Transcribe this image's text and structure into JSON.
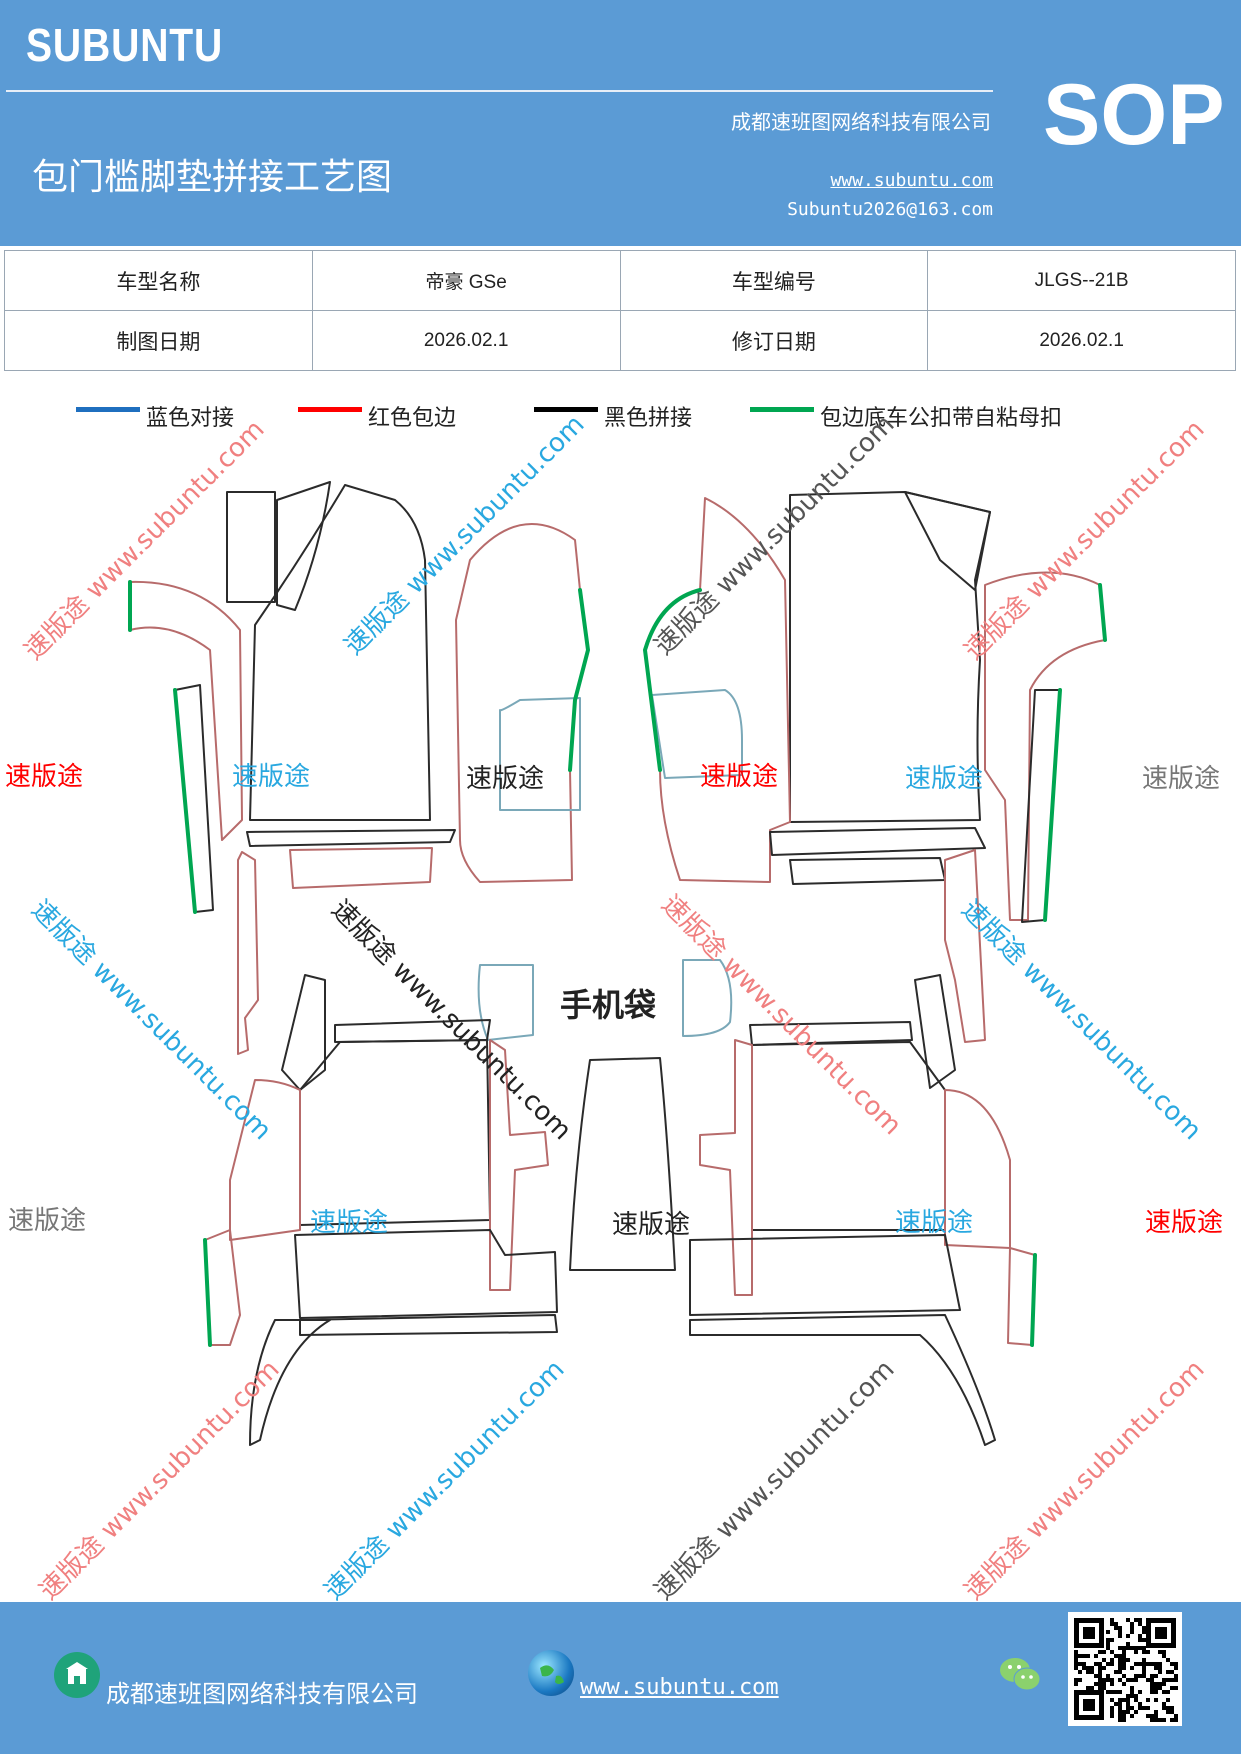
{
  "header": {
    "brand": "SUBUNTU",
    "company": "成都速班图网络科技有限公司",
    "title": "包门槛脚垫拼接工艺图",
    "url": "www.subuntu.com",
    "email": "Subuntu2026@163.com",
    "sop": "SOP"
  },
  "info": {
    "model_name_label": "车型名称",
    "model_name": "帝豪 GSe",
    "model_code_label": "车型编号",
    "model_code": "JLGS--21B",
    "draw_date_label": "制图日期",
    "draw_date": "2026.02.1",
    "revise_date_label": "修订日期",
    "revise_date": "2026.02.1"
  },
  "legend": [
    {
      "label": "蓝色对接",
      "color": "#1f6fbf"
    },
    {
      "label": "红色包边",
      "color": "#ff0000"
    },
    {
      "label": "黑色拼接",
      "color": "#000000"
    },
    {
      "label": "包边底车公扣带自粘母扣",
      "color": "#00a651"
    }
  ],
  "drawing": {
    "phone_bag_label": "手机袋",
    "watermark_cn": "速版途",
    "watermark_diag": "速版途 www.subuntu.com"
  },
  "footer": {
    "company": "成都速班图网络科技有限公司",
    "url": "www.subuntu.com "
  },
  "icons": [
    "building-icon",
    "globe-icon",
    "wechat-icon",
    "qr-code"
  ]
}
